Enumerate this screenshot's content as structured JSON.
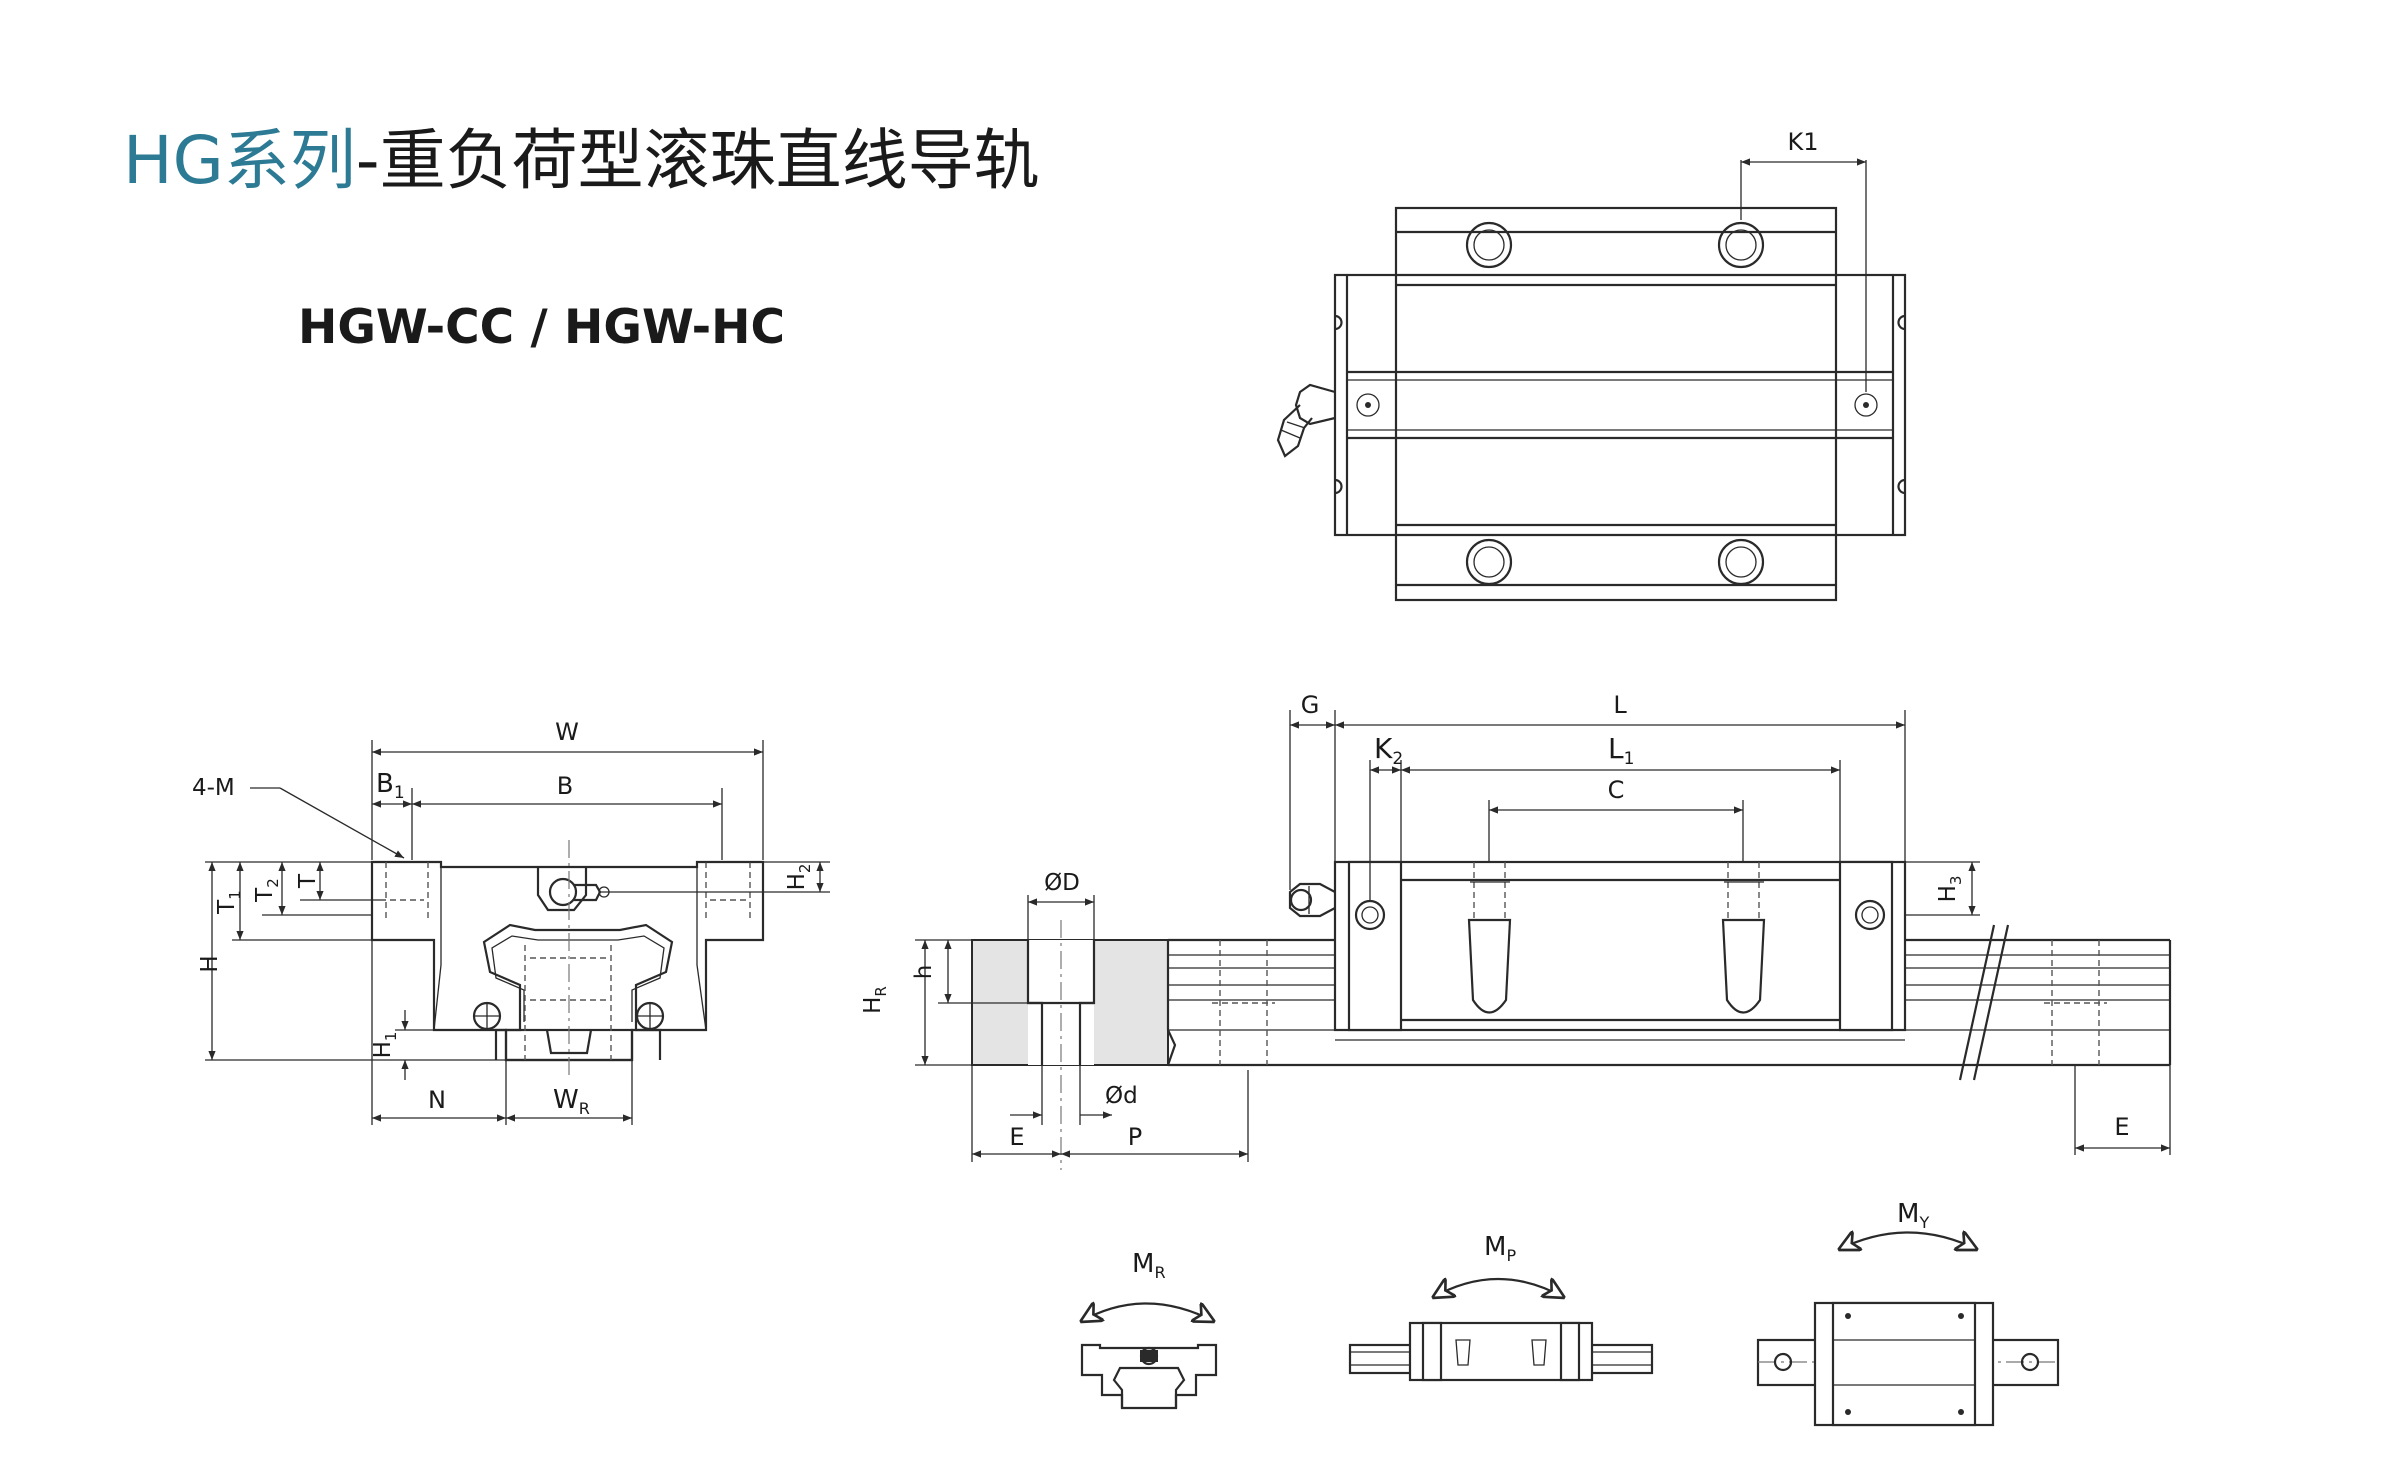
{
  "title": {
    "series": "HG系列",
    "name": "-重负荷型滚珠直线导轨"
  },
  "subtitle": "HGW-CC / HGW-HC",
  "labels": {
    "K1": "K1",
    "W": "W",
    "M": "4-M",
    "B1": "B",
    "B1_sub": "1",
    "B": "B",
    "H": "H",
    "T1": "T",
    "T1_sub": "1",
    "T2": "T",
    "T2_sub": "2",
    "T": "T",
    "H2": "H",
    "H2_sub": "2",
    "H1": "H",
    "H1_sub": "1",
    "N": "N",
    "WR": "W",
    "WR_sub": "R",
    "G": "G",
    "L": "L",
    "K2": "K",
    "K2_sub": "2",
    "L1": "L",
    "L1_sub": "1",
    "C": "C",
    "H3": "H",
    "H3_sub": "3",
    "OD": "ØD",
    "h": "h",
    "HR": "H",
    "HR_sub": "R",
    "Od": "Ød",
    "E_left": "E",
    "P": "P",
    "E_right": "E",
    "MR": "M",
    "MR_sub": "R",
    "MP": "M",
    "MP_sub": "P",
    "MY": "M",
    "MY_sub": "Y"
  }
}
